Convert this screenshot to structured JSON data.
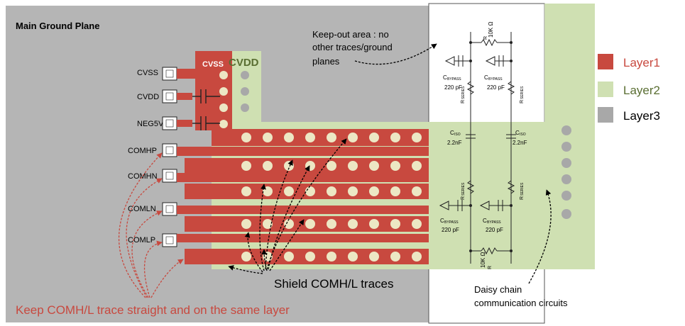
{
  "title": "Main Ground Plane",
  "pins": [
    "CVSS",
    "CVDD",
    "NEG5V",
    "COMHP",
    "COMHN",
    "COMLN",
    "COMLP"
  ],
  "plane_labels": {
    "cvss": "CVSS",
    "cvdd": "CVDD"
  },
  "legend": [
    {
      "label": "Layer1",
      "color": "#c8493f"
    },
    {
      "label": "Layer2",
      "color": "#cfe0b2"
    },
    {
      "label": "Layer3",
      "color": "#a8a8a8"
    }
  ],
  "notes": {
    "keepout_1": "Keep-out area : no",
    "keepout_2": "other traces/ground",
    "keepout_3": "planes",
    "shield": "Shield COMH/L traces",
    "daisy_1": "Daisy chain",
    "daisy_2": "communication circuits",
    "keep_straight": "Keep COMH/L trace straight and on the same layer"
  },
  "components": {
    "r_iso_top": "R",
    "r_iso_top_sub": "10K Ω",
    "c_bypass": "C",
    "c_bypass_sub": "BYPASS",
    "c_bypass_val": "220 pF",
    "r_series": "R",
    "r_series_sub": "SERIES",
    "c_iso": "C",
    "c_iso_sub": "ISO",
    "c_iso_val": "2.2nF",
    "r_iso_bot": "R",
    "r_iso_bot_sub": "10K Ω"
  },
  "colors": {
    "layer1": "#c8493f",
    "layer2": "#cfe0b2",
    "layer3": "#a8a8a8",
    "note_red": "#c8493f",
    "note_black": "#000000"
  }
}
